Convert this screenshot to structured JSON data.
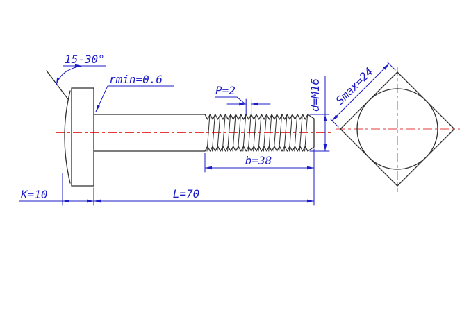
{
  "drawing": {
    "labels": {
      "chamfer_angle": "15-30°",
      "fillet_radius": "rmin=0.6",
      "thread_pitch": "P=2",
      "thread_diameter": "d=M16",
      "thread_length": "b=38",
      "head_height": "K=10",
      "bolt_length": "L=70",
      "width_across_flats": "Smax=24"
    },
    "colors": {
      "outline": "#2e2e2e",
      "dimension": "#1b1bc8",
      "centerline": "#e43b3b",
      "background": "#ffffff"
    }
  }
}
